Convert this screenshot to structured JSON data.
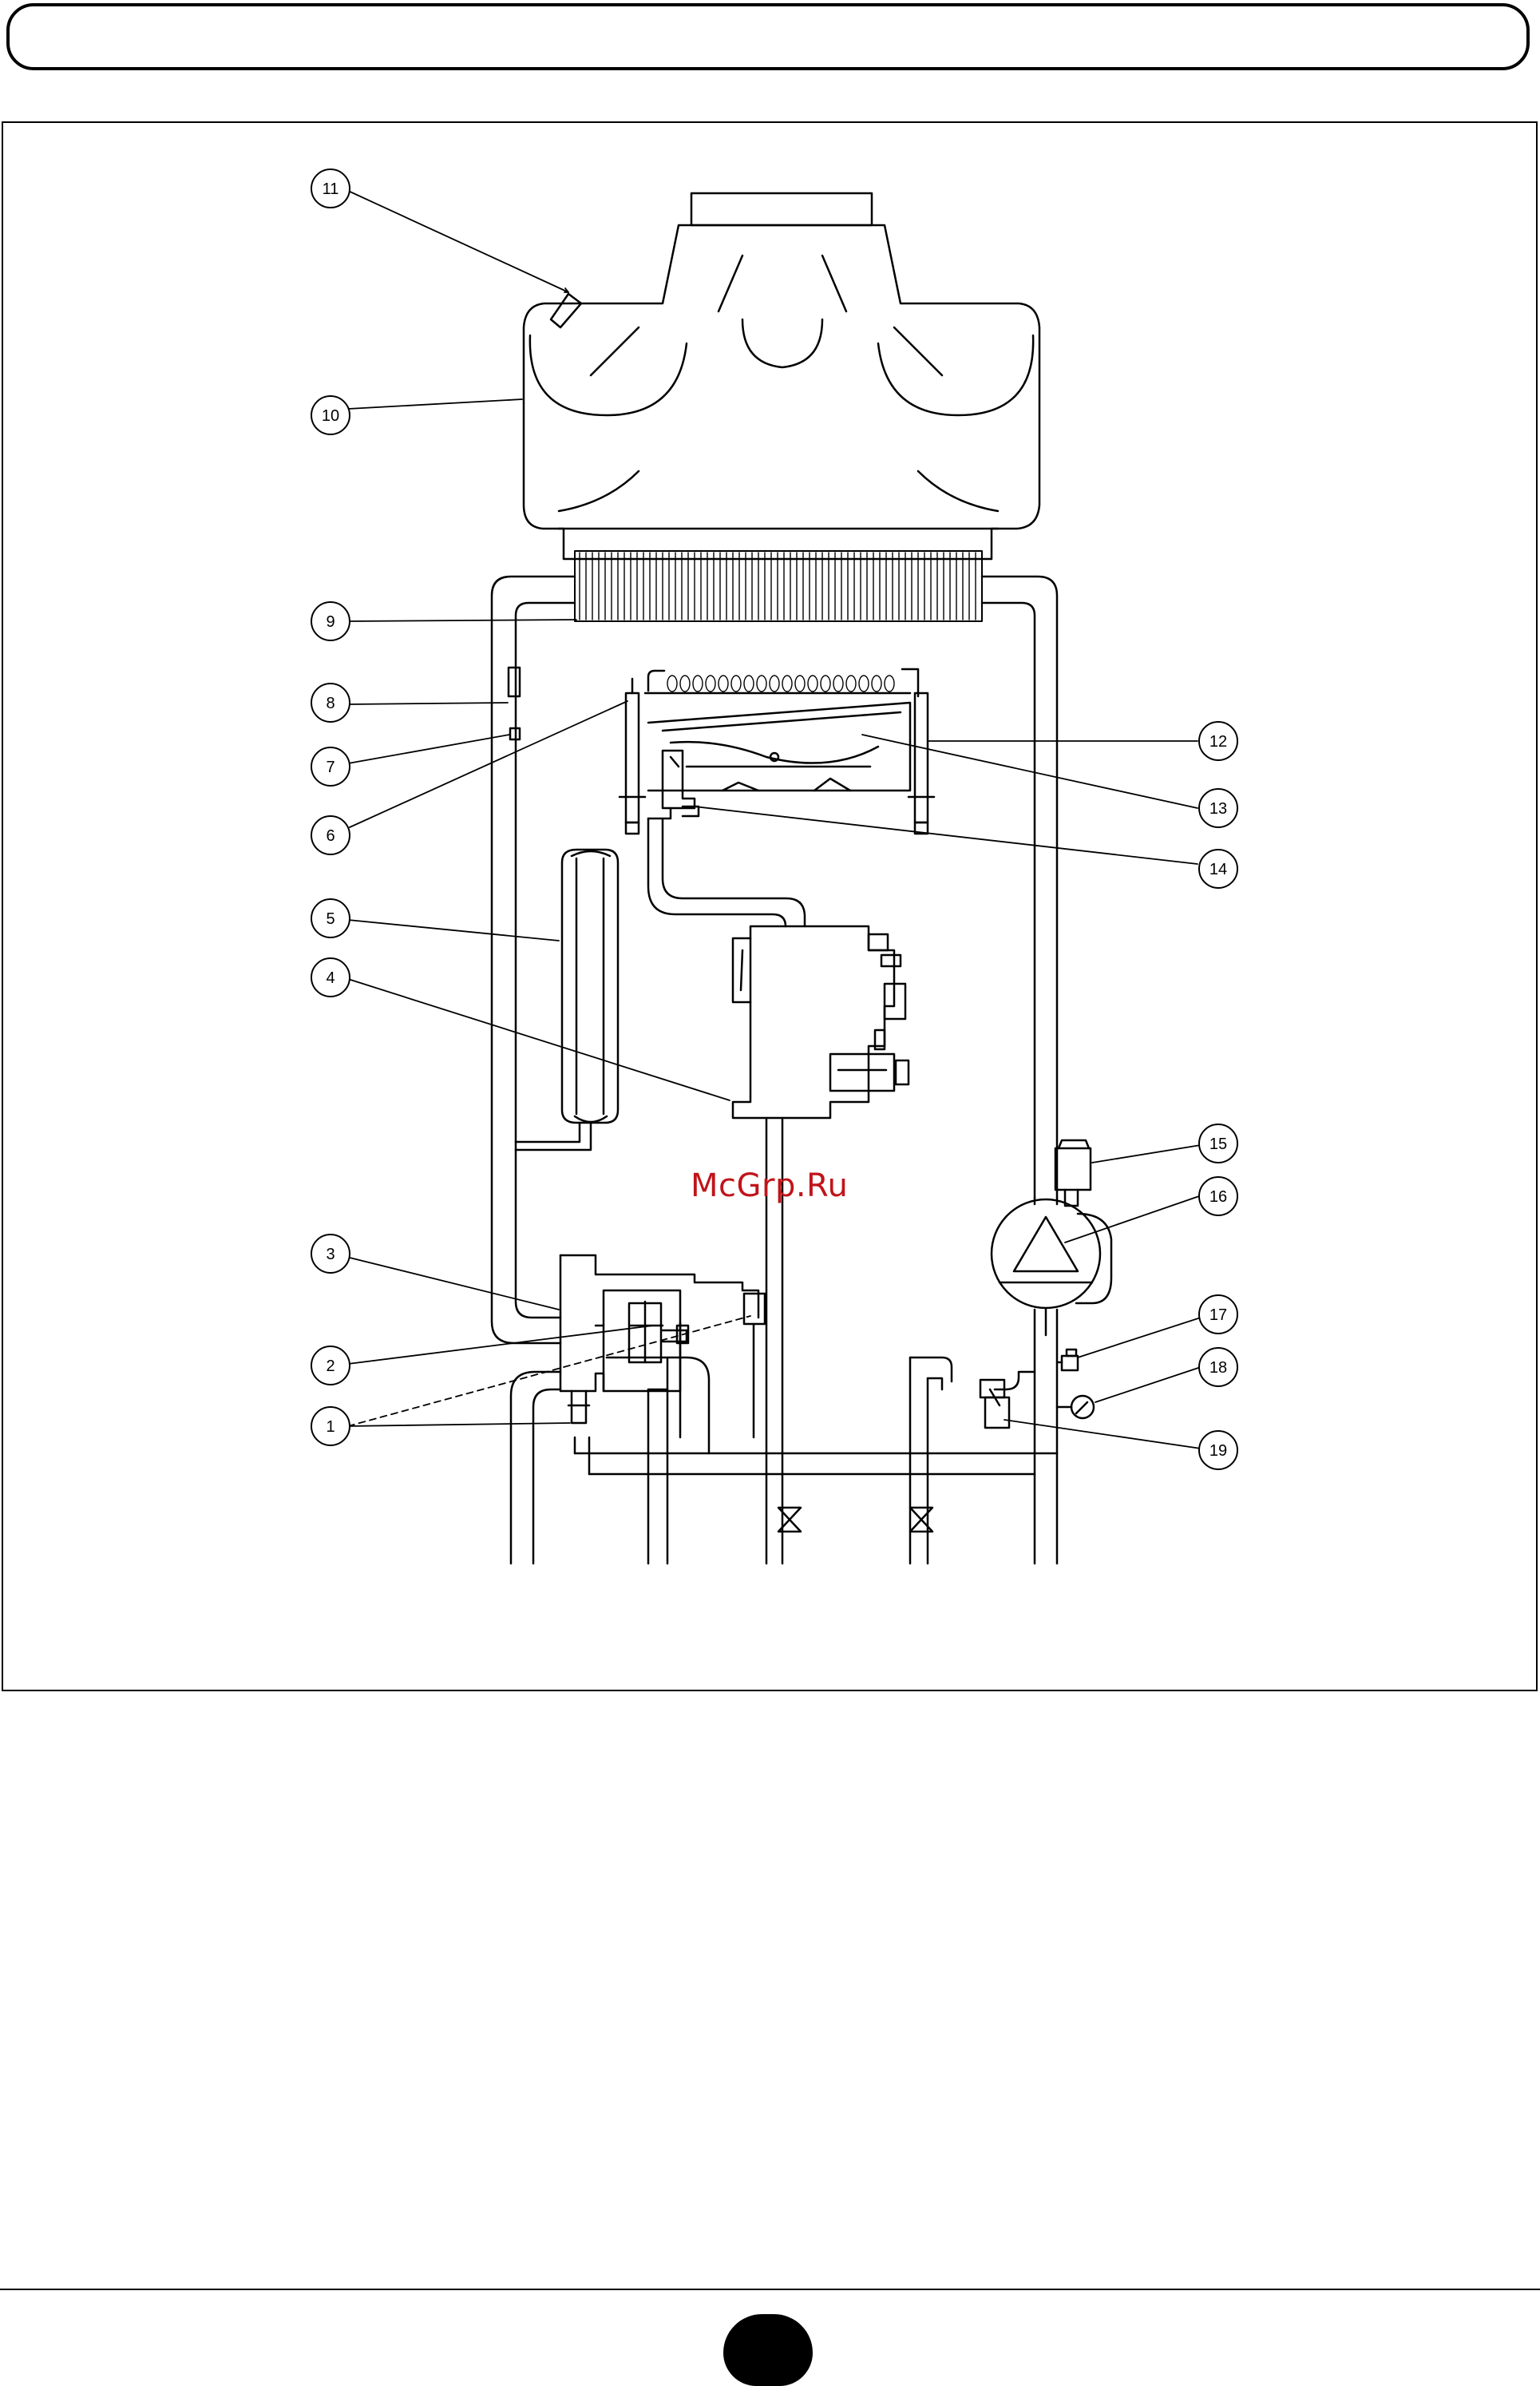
{
  "watermark": "McGrp.Ru",
  "labels": [
    {
      "id": "1",
      "text": "1"
    },
    {
      "id": "2",
      "text": "2"
    },
    {
      "id": "3",
      "text": "3"
    },
    {
      "id": "4",
      "text": "4"
    },
    {
      "id": "5",
      "text": "5"
    },
    {
      "id": "6",
      "text": "6"
    },
    {
      "id": "7",
      "text": "7"
    },
    {
      "id": "8",
      "text": "8"
    },
    {
      "id": "9",
      "text": "9"
    },
    {
      "id": "10",
      "text": "10"
    },
    {
      "id": "11",
      "text": "11"
    },
    {
      "id": "12",
      "text": "12"
    },
    {
      "id": "13",
      "text": "13"
    },
    {
      "id": "14",
      "text": "14"
    },
    {
      "id": "15",
      "text": "15"
    },
    {
      "id": "16",
      "text": "16"
    },
    {
      "id": "17",
      "text": "17"
    },
    {
      "id": "18",
      "text": "18"
    },
    {
      "id": "19",
      "text": "19"
    }
  ]
}
